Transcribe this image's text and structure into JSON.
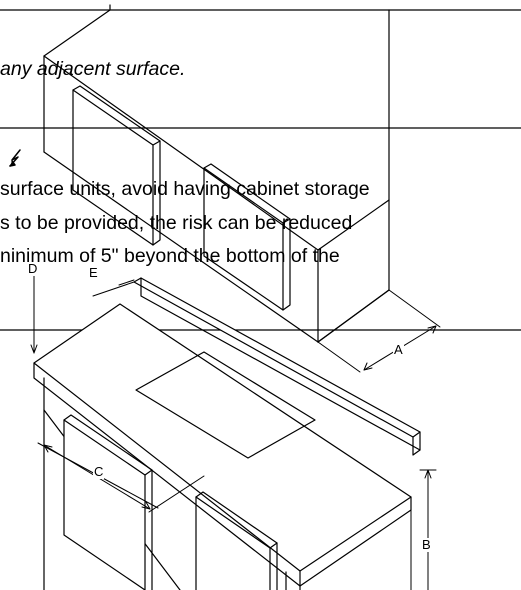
{
  "manual": {
    "lines": [
      "any adjacent surface.",
      "surface units, avoid having cabinet storage",
      "s to be provided, the risk can be reduced",
      "ninimum of 5\" beyond the bottom of the"
    ]
  },
  "diagram": {
    "dimension_labels": {
      "a": "A",
      "b": "B",
      "c": "C",
      "d": "D",
      "e": "E"
    }
  },
  "colors": {
    "line": "#000000",
    "background": "#ffffff"
  }
}
